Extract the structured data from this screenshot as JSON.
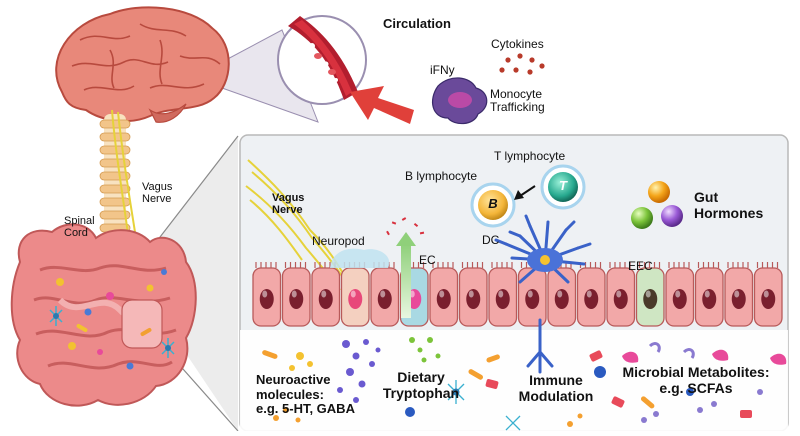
{
  "labels": {
    "circulation": "Circulation",
    "cytokines": "Cytokines",
    "ifny": "iFNy",
    "monocyte_trafficking_1": "Monocyte",
    "monocyte_trafficking_2": "Trafficking",
    "vagus_nerve_left_1": "Vagus",
    "vagus_nerve_left_2": "Nerve",
    "spinal_cord_1": "Spinal",
    "spinal_cord_2": "Cord",
    "vagus_nerve_panel_1": "Vagus",
    "vagus_nerve_panel_2": "Nerve",
    "t_lymphocyte": "T lymphocyte",
    "b_lymphocyte": "B lymphocyte",
    "b_letter": "B",
    "t_letter": "T",
    "gut_hormones_1": "Gut",
    "gut_hormones_2": "Hormones",
    "neuropod": "Neuropod",
    "ec": "EC",
    "dc": "DC",
    "eec": "EEC",
    "neuroactive_1": "Neuroactive",
    "neuroactive_2": "molecules:",
    "neuroactive_3": "e.g. 5-HT, GABA",
    "dietary_1": "Dietary",
    "dietary_2": "Tryptophan",
    "immune_1": "Immune",
    "immune_2": "Modulation",
    "microbial_1": "Microbial Metabolites:",
    "microbial_2": "e.g. SCFAs"
  },
  "colors": {
    "brain": "#e8887a",
    "brain_outline": "#b84a3e",
    "spine": "#f2c58a",
    "nerve": "#e6d23a",
    "intestine": "#ec8a8a",
    "panel_bg": "#eef1f4",
    "panel_border": "#b9b9b9",
    "cell_fill": "#f2a8a8",
    "cell_outline": "#b85a5a",
    "nucleus": "#7a1f2e",
    "ec_cell": "#a9d9e3",
    "eec_cell": "#cfe6c3",
    "b_cell": "#f4b63a",
    "t_cell": "#27a98f",
    "arrow_red": "#e0403a",
    "monocyte": "#6a4a9a"
  }
}
